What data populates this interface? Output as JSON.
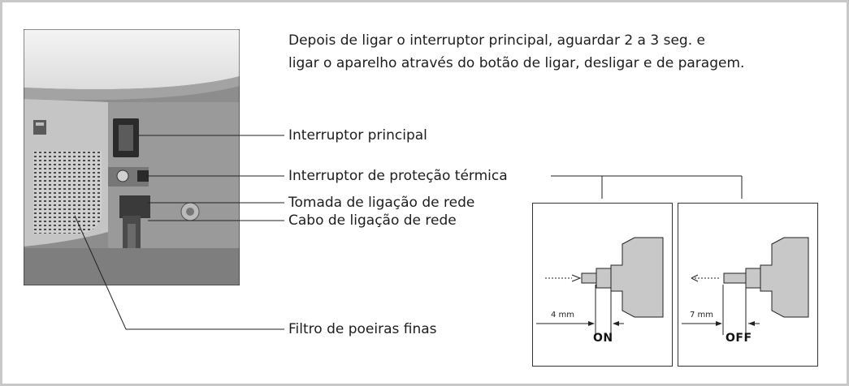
{
  "intro": {
    "line1": "Depois de ligar o interruptor principal, aguardar 2 a 3 seg. e",
    "line2": "ligar o aparelho através do botão de ligar, desligar e de paragem."
  },
  "labels": {
    "main_switch": "Interruptor principal",
    "thermal_switch": "Interruptor de proteção térmica",
    "socket": "Tomada de ligação de rede",
    "cable": "Cabo de ligação de rede",
    "filter": "Filtro de poeiras finas"
  },
  "diagrams": {
    "on": {
      "distance": "4 mm",
      "state": "ON"
    },
    "off": {
      "distance": "7 mm",
      "state": "OFF"
    }
  }
}
